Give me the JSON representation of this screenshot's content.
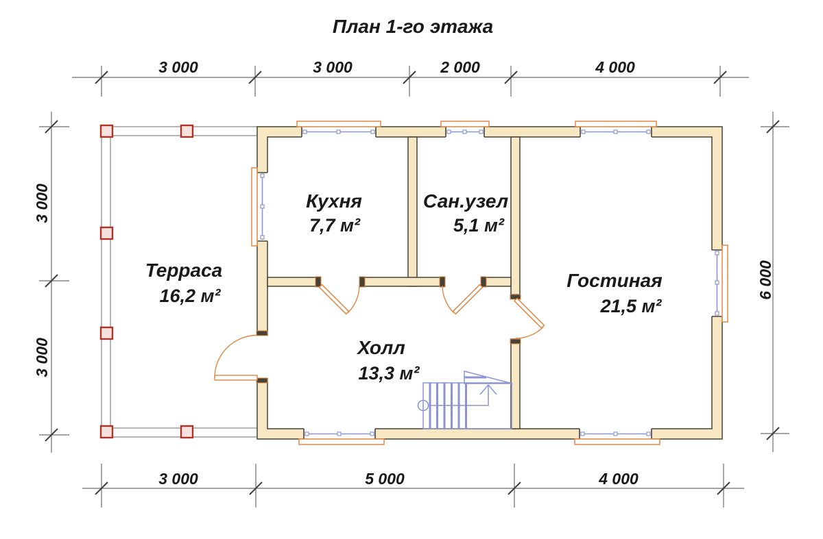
{
  "title": "План 1-го этажа",
  "rooms": {
    "terrace": {
      "name": "Терраса",
      "area": "16,2 м²"
    },
    "kitchen": {
      "name": "Кухня",
      "area": "7,7 м²"
    },
    "bathroom": {
      "name": "Сан.узел",
      "area": "5,1 м²"
    },
    "living": {
      "name": "Гостиная",
      "area": "21,5 м²"
    },
    "hall": {
      "name": "Холл",
      "area": "13,3 м²"
    }
  },
  "dimensions": {
    "top": [
      "3 000",
      "3 000",
      "2 000",
      "4 000"
    ],
    "bottom": [
      "3 000",
      "5 000",
      "4 000"
    ],
    "left": [
      "3 000",
      "3 000"
    ],
    "right": [
      "6 000"
    ]
  },
  "colors": {
    "wall_fill": "#f7e7c2",
    "wall_stroke": "#474238",
    "accent_orange": "#e08742",
    "accent_blue": "#8b94d2",
    "post_red": "#b23127",
    "post_fill": "#f5e1de",
    "terrace_line": "#8f8f8f",
    "dim_line": "#6e6e6e",
    "text_color": "#1a1a1a"
  }
}
